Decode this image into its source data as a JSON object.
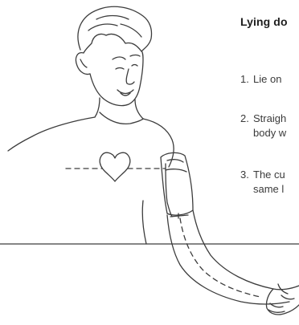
{
  "heading": "Lying do",
  "steps": [
    {
      "number": "1.",
      "lines": [
        "Lie on"
      ]
    },
    {
      "number": "2.",
      "lines": [
        "Straigh",
        "body w"
      ]
    },
    {
      "number": "3.",
      "lines": [
        "The cu",
        "same l"
      ]
    }
  ],
  "illustration": {
    "subject": "person-with-blood-pressure-cuff",
    "stroke_color": "#3c3c3c",
    "dashed_guides": [
      "heart-level-line",
      "arm-artery-line"
    ],
    "icons": [
      "heart-icon"
    ]
  }
}
